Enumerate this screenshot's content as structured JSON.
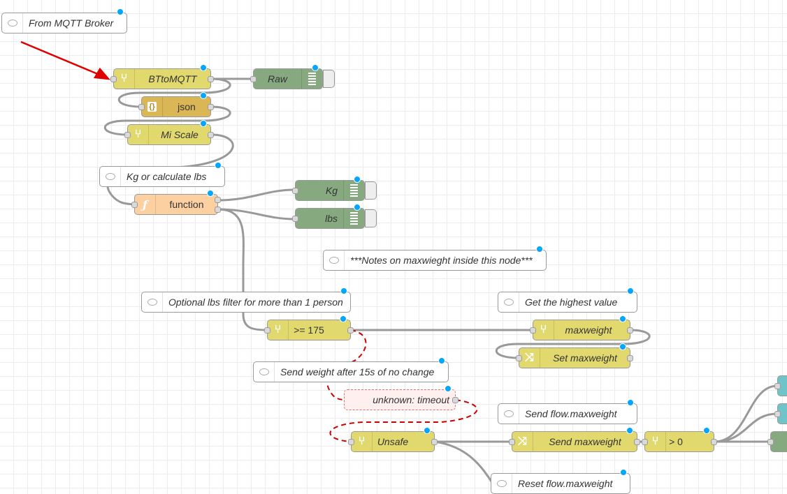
{
  "comments": {
    "from_mqtt": "From MQTT Broker",
    "kg_or_lbs": "Kg or calculate lbs",
    "notes": "***Notes on maxwieght inside this node***",
    "optional_filter": "Optional lbs filter for more than 1 person",
    "highest_value": "Get the highest value",
    "send_after": "Send weight after 15s of no change",
    "send_flow": "Send flow.maxweight",
    "reset_flow": "Reset flow.maxweight"
  },
  "nodes": {
    "bt_to_mqtt": "BTtoMQTT",
    "raw": "Raw",
    "json": "json",
    "mi_scale": "Mi Scale",
    "function": "function",
    "kg": "Kg",
    "lbs": "lbs",
    "gte_175": ">= 175",
    "maxweight": "maxweight",
    "set_maxweight": "Set maxweight",
    "unknown_timeout": "unknown: timeout",
    "unsafe": "Unsafe",
    "send_maxweight": "Send maxweight",
    "gt_0": "> 0"
  },
  "icons": {
    "switch": "switch-icon",
    "json": "json-icon",
    "function": "function-icon",
    "debug": "debug-list-icon",
    "change": "change-icon",
    "comment": "comment-icon"
  },
  "colors": {
    "switch": "#e2d96e",
    "json": "#dbb654",
    "function": "#fdd0a2",
    "debug": "#87a980",
    "changed_dot": "#00a6ff",
    "annotation_arrow": "#e00000",
    "unknown_wire": "#cc0000"
  }
}
